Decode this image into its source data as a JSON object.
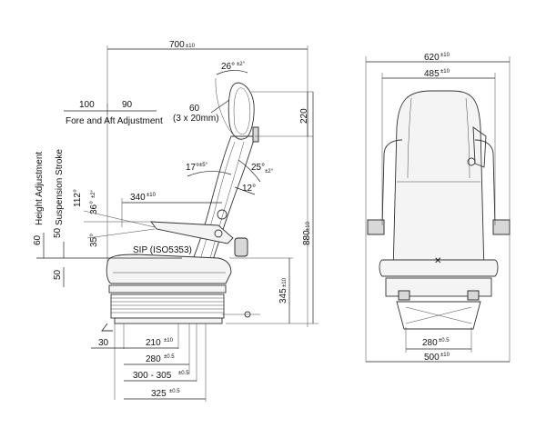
{
  "side_view": {
    "overall_length": {
      "value": "700",
      "tol": "±10"
    },
    "headrest_tilt": {
      "value": "26°",
      "tol": "±2°"
    },
    "fore_aft_1": "100",
    "fore_aft_2": "90",
    "fore_aft_label": "Fore and Aft Adjustment",
    "lumbar_travel": "60",
    "lumbar_detail": "(3 x 20mm)",
    "headrest_height": "220",
    "backrest_angle_1": {
      "value": "17°",
      "tol": "±5°"
    },
    "backrest_angle_2": {
      "value": "25°",
      "tol": "±2°"
    },
    "backrest_angle_3": {
      "value": "12°",
      "tol": ""
    },
    "armrest_length": {
      "value": "340",
      "tol": "±10"
    },
    "armrest_angle_up": {
      "value": "112°",
      "tol": ""
    },
    "armrest_angle_mid": {
      "value": "36°",
      "tol": "±2°"
    },
    "armrest_angle_down": {
      "value": "35°",
      "tol": ""
    },
    "height_adjustment_label": "Height Adjustment",
    "suspension_stroke_label": "Suspension Stroke",
    "height_adj_value": "60",
    "suspension_value": "50",
    "suspension_value_lower": "50",
    "sip_label": "SIP (ISO5353)",
    "total_height": "880",
    "total_height_tol": "±10",
    "seat_height": {
      "value": "345",
      "tol": "±10"
    },
    "dim_30": "30",
    "dim_210": {
      "value": "210",
      "tol": "±10"
    },
    "dim_280": {
      "value": "280",
      "tol": "±0.5"
    },
    "dim_300_305": {
      "value": "300 - 305",
      "tol": "±0.5"
    },
    "dim_325": {
      "value": "325",
      "tol": "±0.5"
    }
  },
  "front_view": {
    "overall_width": {
      "value": "620",
      "tol": "±10"
    },
    "backrest_width": {
      "value": "485",
      "tol": "±10"
    },
    "mount_width": {
      "value": "280",
      "tol": "±0.5"
    },
    "base_width": {
      "value": "500",
      "tol": "±10"
    }
  }
}
